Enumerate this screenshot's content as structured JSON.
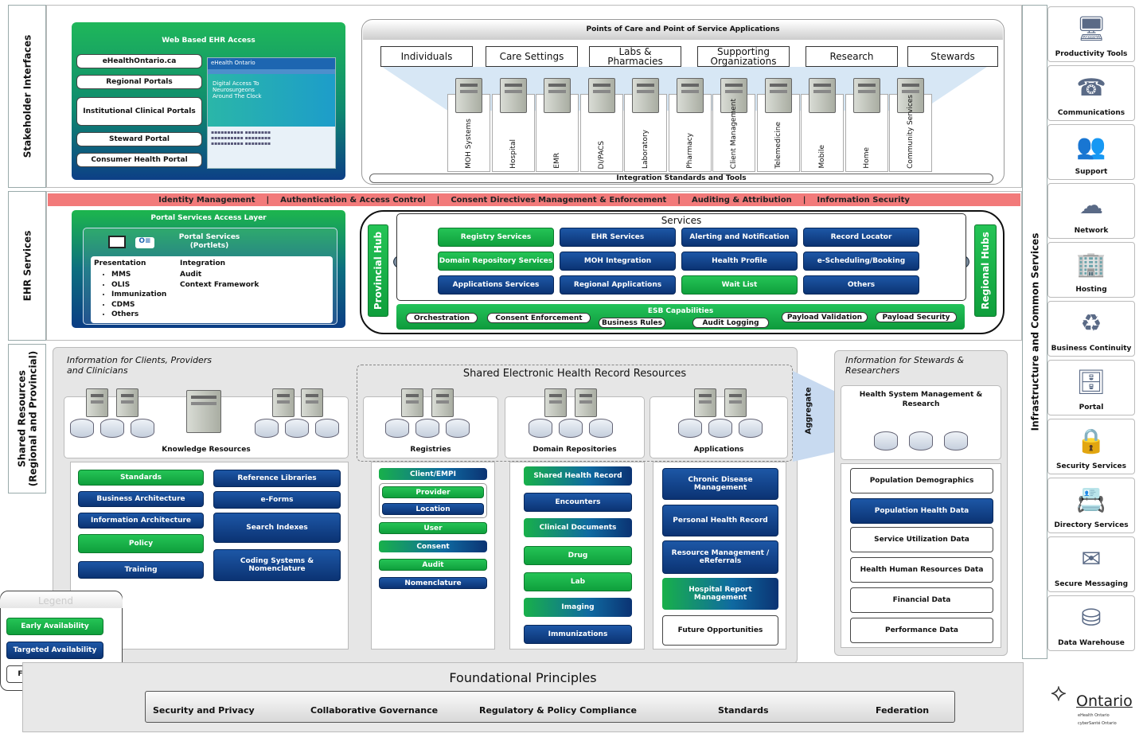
{
  "sections": {
    "stakeholder": "Stakeholder Interfaces",
    "ehr": "EHR Services",
    "shared": "Shared Resources\n(Regional and Provincial)",
    "infra": "Infrastructure and Common Services"
  },
  "web_ehr": {
    "title": "Web Based EHR Access",
    "items": [
      "eHealthOntario.ca",
      "Regional Portals",
      "Institutional Clinical Portals",
      "Steward Portal",
      "Consumer Health Portal"
    ],
    "screenshot_text": "Digital Access To Neurosurgeons Around The Clock"
  },
  "poc": {
    "title": "Points of Care and Point of Service Applications",
    "categories": [
      "Individuals",
      "Care Settings",
      "Labs & Pharmacies",
      "Supporting Organizations",
      "Research",
      "Stewards"
    ],
    "systems": [
      "MOH Systems",
      "Hospital",
      "EMR",
      "DI/PACS",
      "Laboratory",
      "Pharmacy",
      "Client Management",
      "Telemedicine",
      "Mobile",
      "Home",
      "Community Services"
    ],
    "integration": "Integration Standards and Tools"
  },
  "security_bar": [
    "Identity Management",
    "Authentication & Access Control",
    "Consent Directives Management & Enforcement",
    "Auditing  & Attribution",
    "Information Security"
  ],
  "portal": {
    "title": "Portal Services Access Layer",
    "portlets": "Portal Services (Portlets)",
    "presentation_label": "Presentation",
    "presentation": [
      "MMS",
      "OLIS",
      "Immunization",
      "CDMS",
      "Others"
    ],
    "integration_label": "Integration",
    "integration": [
      "Audit",
      "Context Framework"
    ]
  },
  "services": {
    "title": "Services",
    "provincial": "Provincial Hub",
    "regional": "Regional Hubs",
    "items": [
      {
        "label": "Registry Services",
        "avail": "early"
      },
      {
        "label": "EHR Services",
        "avail": "targeted"
      },
      {
        "label": "Alerting and Notification",
        "avail": "targeted"
      },
      {
        "label": "Record Locator",
        "avail": "targeted"
      },
      {
        "label": "Domain Repository Services",
        "avail": "early"
      },
      {
        "label": "MOH Integration",
        "avail": "targeted"
      },
      {
        "label": "Health Profile",
        "avail": "targeted"
      },
      {
        "label": "e-Scheduling/Booking",
        "avail": "targeted"
      },
      {
        "label": "Applications Services",
        "avail": "targeted"
      },
      {
        "label": "Regional Applications",
        "avail": "targeted"
      },
      {
        "label": "Wait List",
        "avail": "early"
      },
      {
        "label": "Others",
        "avail": "targeted"
      }
    ],
    "esb_title": "ESB Capabilities",
    "esb": [
      "Orchestration",
      "Consent Enforcement",
      "Business Rules",
      "Audit Logging",
      "Payload Validation",
      "Payload Security"
    ]
  },
  "shared": {
    "clients_title": "Information for Clients, Providers and Clinicians",
    "sehr_title": "Shared Electronic Health Record Resources",
    "stewards_title": "Information for Stewards & Researchers",
    "aggregate": "Aggregate",
    "knowledge": "Knowledge Resources",
    "registries": "Registries",
    "domain": "Domain Repositories",
    "applications": "Applications",
    "hsm": "Health System Management & Research",
    "kr_left": [
      {
        "label": "Standards",
        "avail": "early"
      },
      {
        "label": "Business Architecture",
        "avail": "targeted"
      },
      {
        "label": "Information Architecture",
        "avail": "targeted"
      },
      {
        "label": "Policy",
        "avail": "early"
      },
      {
        "label": "Training",
        "avail": "targeted"
      }
    ],
    "kr_right": [
      {
        "label": "Reference Libraries",
        "avail": "targeted"
      },
      {
        "label": "e-Forms",
        "avail": "targeted"
      },
      {
        "label": "Search Indexes",
        "avail": "targeted"
      },
      {
        "label": "Coding Systems & Nomenclature",
        "avail": "targeted"
      }
    ],
    "reg": [
      "Client/EMPI",
      "Provider",
      "Location",
      "User",
      "Consent",
      "Audit",
      "Nomenclature"
    ],
    "dom": [
      {
        "label": "Shared Health Record",
        "avail": "early"
      },
      {
        "label": "Encounters",
        "avail": "targeted"
      },
      {
        "label": "Clinical Documents",
        "avail": "early"
      },
      {
        "label": "Drug",
        "avail": "early"
      },
      {
        "label": "Lab",
        "avail": "early"
      },
      {
        "label": "Imaging",
        "avail": "early"
      },
      {
        "label": "Immunizations",
        "avail": "targeted"
      }
    ],
    "apps": [
      "Chronic Disease Management",
      "Personal Health Record",
      "Resource Management / eReferrals",
      "Hospital Report Management",
      "Future Opportunities"
    ],
    "hsm_items": [
      {
        "label": "Population Demographics",
        "avail": "future"
      },
      {
        "label": "Population Health Data",
        "avail": "targeted"
      },
      {
        "label": "Service Utilization Data",
        "avail": "future"
      },
      {
        "label": "Health Human Resources Data",
        "avail": "future"
      },
      {
        "label": "Financial Data",
        "avail": "future"
      },
      {
        "label": "Performance Data",
        "avail": "future"
      }
    ]
  },
  "legend": {
    "title": "Legend",
    "early": "Early Availability",
    "targeted": "Targeted Availability",
    "future": "Future Availability"
  },
  "foundational": {
    "title": "Foundational Principles",
    "items": [
      "Security and Privacy",
      "Collaborative Governance",
      "Regulatory & Policy Compliance",
      "Standards",
      "Federation"
    ]
  },
  "infra": [
    {
      "label": "Productivity Tools",
      "icon": "computer-icon"
    },
    {
      "label": "Communications",
      "icon": "phone-icon"
    },
    {
      "label": "Support",
      "icon": "people-icon"
    },
    {
      "label": "Network",
      "icon": "cloud-icon"
    },
    {
      "label": "Hosting",
      "icon": "building-icon"
    },
    {
      "label": "Business Continuity",
      "icon": "cycle-icon"
    },
    {
      "label": "Portal",
      "icon": "server-icon"
    },
    {
      "label": "Security Services",
      "icon": "lock-icon"
    },
    {
      "label": "Directory Services",
      "icon": "directory-icon"
    },
    {
      "label": "Secure Messaging",
      "icon": "mail-icon"
    },
    {
      "label": "Data Warehouse",
      "icon": "database-icon"
    }
  ],
  "logo": {
    "name": "Ontario",
    "line1": "eHealth Ontario",
    "line2": "cyberSanté Ontario"
  },
  "colors": {
    "early": "#1db64d",
    "targeted": "#0b3d84",
    "security_bar": "#f27a7a"
  }
}
